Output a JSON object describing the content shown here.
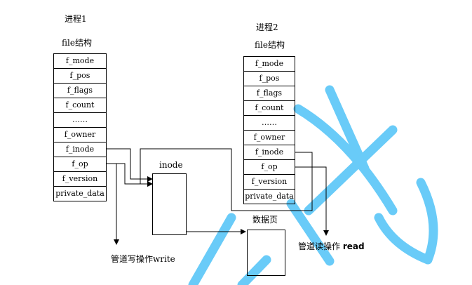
{
  "process1": {
    "title": "进程1",
    "struct_label": "file结构",
    "fields": [
      "f_mode",
      "f_pos",
      "f_flags",
      "f_count",
      "……",
      "f_owner",
      "f_inode",
      "f_op",
      "f_version",
      "private_data"
    ]
  },
  "process2": {
    "title": "进程2",
    "struct_label": "file结构",
    "fields": [
      "f_mode",
      "f_pos",
      "f_flags",
      "f_count",
      "……",
      "f_owner",
      "f_inode",
      "f_op",
      "f_version",
      "private_data"
    ]
  },
  "inode": {
    "label": "inode"
  },
  "data_page": {
    "label": "数据页"
  },
  "pipe_write": {
    "label": "管道写操作write"
  },
  "pipe_read": {
    "label_cn": "管道读操作",
    "label_en": "read"
  },
  "colors": {
    "watermark": "#29b6f6",
    "line": "#000000"
  }
}
